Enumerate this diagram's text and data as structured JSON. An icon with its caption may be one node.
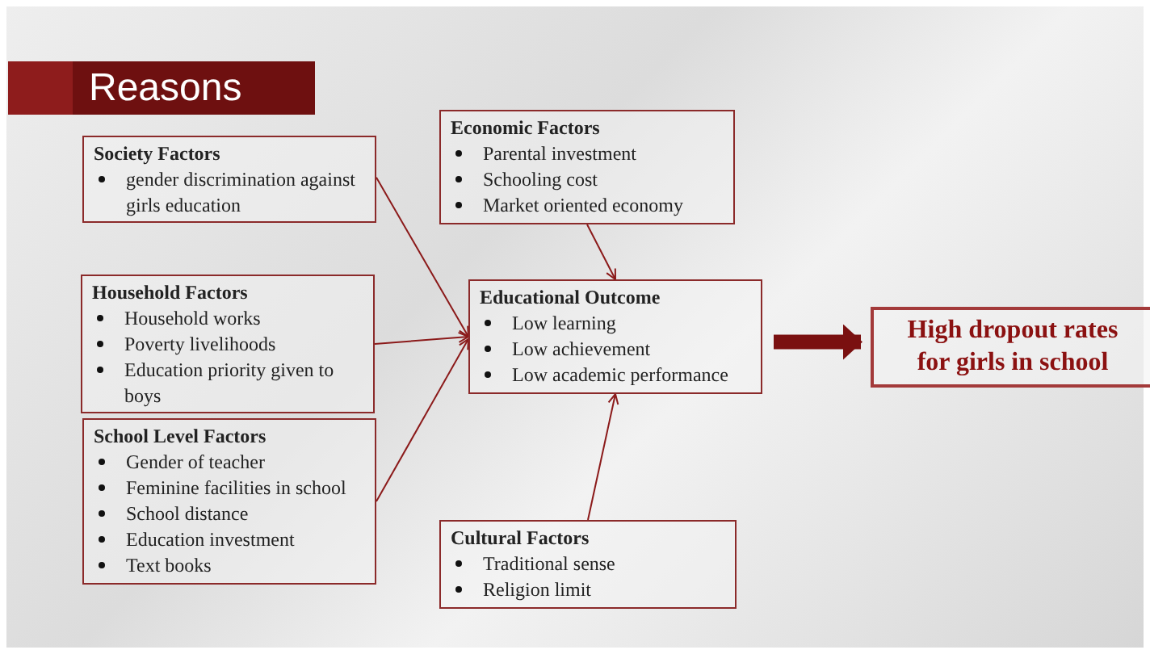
{
  "diagram": {
    "title": "Reasons",
    "nodes": [
      {
        "text": [
          "Society Factors",
          "gender discrimination against girls education"
        ]
      },
      {
        "text": [
          "Economic Factors",
          "Parental investment",
          "Schooling cost",
          "Market oriented economy"
        ]
      },
      {
        "text": [
          "Household Factors",
          "Household works",
          "Poverty livelihoods",
          "Education priority given to boys"
        ]
      },
      {
        "text": [
          "Educational Outcome",
          "Low learning",
          "Low achievement",
          "Low academic performance"
        ]
      },
      {
        "text": [
          "School Level Factors",
          "Gender of teacher",
          "Feminine facilities in school",
          "School distance",
          "Education investment",
          "Text books"
        ]
      },
      {
        "text": [
          "Cultural Factors",
          "Traditional sense",
          "Religion limit"
        ]
      },
      {
        "text": [
          "High dropout rates for girls in school"
        ]
      }
    ],
    "edges": [
      {
        "from": 0,
        "to": 3,
        "arrow": "to"
      },
      {
        "from": 2,
        "to": 3,
        "arrow": "to"
      },
      {
        "from": 4,
        "to": 3,
        "arrow": "to"
      },
      {
        "from": 1,
        "to": 3,
        "arrow": "to"
      },
      {
        "from": 5,
        "to": 3,
        "arrow": "to"
      },
      {
        "from": 3,
        "to": 6,
        "arrow": "to",
        "style": "thick"
      }
    ]
  }
}
